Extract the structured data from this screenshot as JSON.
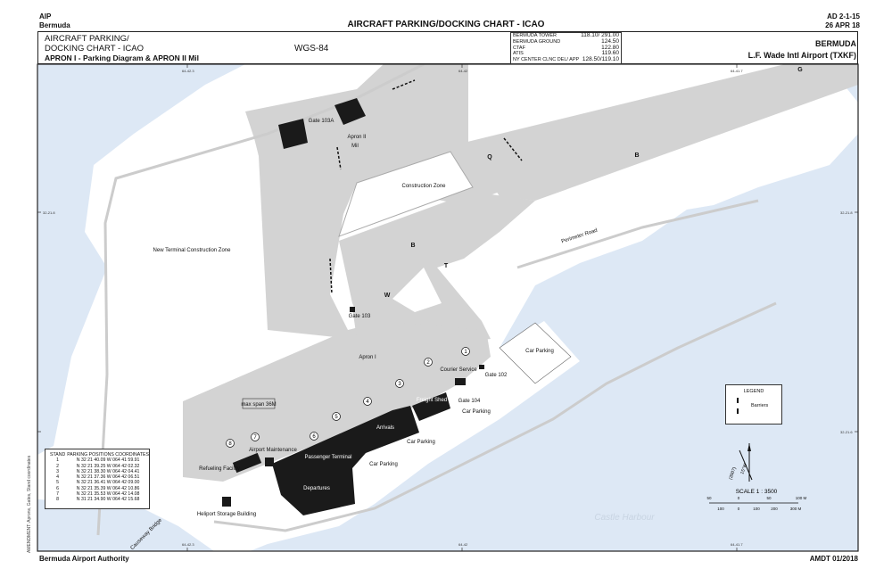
{
  "header": {
    "aip": "AIP",
    "state": "Bermuda",
    "title": "AIRCRAFT PARKING/DOCKING CHART - ICAO",
    "ad_ref": "AD 2-1-15",
    "date": "26 APR 18"
  },
  "title_box": {
    "line1": "AIRCRAFT PARKING/",
    "line2": "DOCKING CHART - ICAO",
    "line3": "APRON I - Parking Diagram & APRON II Mil",
    "datum": "WGS-84",
    "state": "BERMUDA",
    "airport": "L.F. Wade Intl Airport (TXKF)"
  },
  "frequencies": [
    {
      "name": "BERMUDA TOWER",
      "value": "118.10/ 291.00"
    },
    {
      "name": "BERMUDA GROUND",
      "value": "124.50"
    },
    {
      "name": "CTAF",
      "value": "122.80"
    },
    {
      "name": "ATIS",
      "value": "119.60"
    },
    {
      "name": "NY CENTER CLNC DEL/ APP",
      "value": "128.50/119.10"
    }
  ],
  "grid_labels": {
    "lon_left": "64-42.3",
    "lon_mid": "64-42",
    "lon_right": "64-41.7",
    "lat_upper": "32-21.8",
    "lat_lower": "32-21.6"
  },
  "map_labels": {
    "gate_103a": "Gate 103A",
    "apron_ii": "Apron II",
    "mil": "Mil",
    "construction_zone": "Construction Zone",
    "new_terminal": "New Terminal Construction Zone",
    "gate_103": "Gate 103",
    "apron_i": "Apron I",
    "courier": "Courier Service",
    "gate_102": "Gate 102",
    "gate_104": "Gate 104",
    "freight": "Freight Shed",
    "car_parking": "Car Parking",
    "arrivals": "Arrivals",
    "departures": "Departures",
    "passenger_terminal": "Passenger Terminal",
    "airport_maintenance": "Airport Maintenance",
    "refueling": "Refueling Facility",
    "heliport": "Heliport Storage Building",
    "max_span": "max span 36M",
    "causeway": "Causeway Bridge",
    "perimeter_road": "Perimeter Road",
    "castle_harbour": "Castle Harbour",
    "twy_g": "G",
    "twy_b": "B",
    "twy_b2": "B",
    "twy_q": "Q",
    "twy_t": "T",
    "twy_w": "W",
    "stand_numbers": [
      "1",
      "2",
      "3",
      "4",
      "5",
      "6",
      "7",
      "8"
    ]
  },
  "stand_table": {
    "headers": [
      "STAND",
      "PARKING POSITIONS COORDINATES"
    ],
    "rows": [
      {
        "stand": "1",
        "coord": "N 32 21 40.09  W 064 41 59.91"
      },
      {
        "stand": "2",
        "coord": "N 32 21 39.25  W 064 42 02.32"
      },
      {
        "stand": "3",
        "coord": "N 32 21 38.30  W 064 42 04.41"
      },
      {
        "stand": "4",
        "coord": "N 32 21 37.36  W 064 42 06.51"
      },
      {
        "stand": "5",
        "coord": "N 32 21 36.41  W 064 42 09.00"
      },
      {
        "stand": "6",
        "coord": "N 32 21 35.39  W 064 42 10.86"
      },
      {
        "stand": "7",
        "coord": "N 32 21 35.53  W 064 42 14.08"
      },
      {
        "stand": "8",
        "coord": "N 31 21 34.90  W 064 42 15.68"
      }
    ]
  },
  "legend": {
    "title": "LEGEND",
    "barriers": "Barriers"
  },
  "variation": {
    "text": "15°W",
    "year": "(2007)"
  },
  "scale": {
    "title": "SCALE 1 : 3500",
    "m_labels": [
      "50",
      "0",
      "50",
      "100 M"
    ],
    "ft_labels": [
      "100",
      "0",
      "100",
      "200",
      "300 M"
    ]
  },
  "amendment_note": "AMENDMENT: Aprons, Gates, Stand coordinates",
  "footer": {
    "authority": "Bermuda Airport Authority",
    "amdt": "AMDT 01/2018"
  },
  "colors": {
    "water": "#dde8f5",
    "pavement": "#d3d3d3",
    "building": "#1a1a1a",
    "gate": "#d03030"
  }
}
